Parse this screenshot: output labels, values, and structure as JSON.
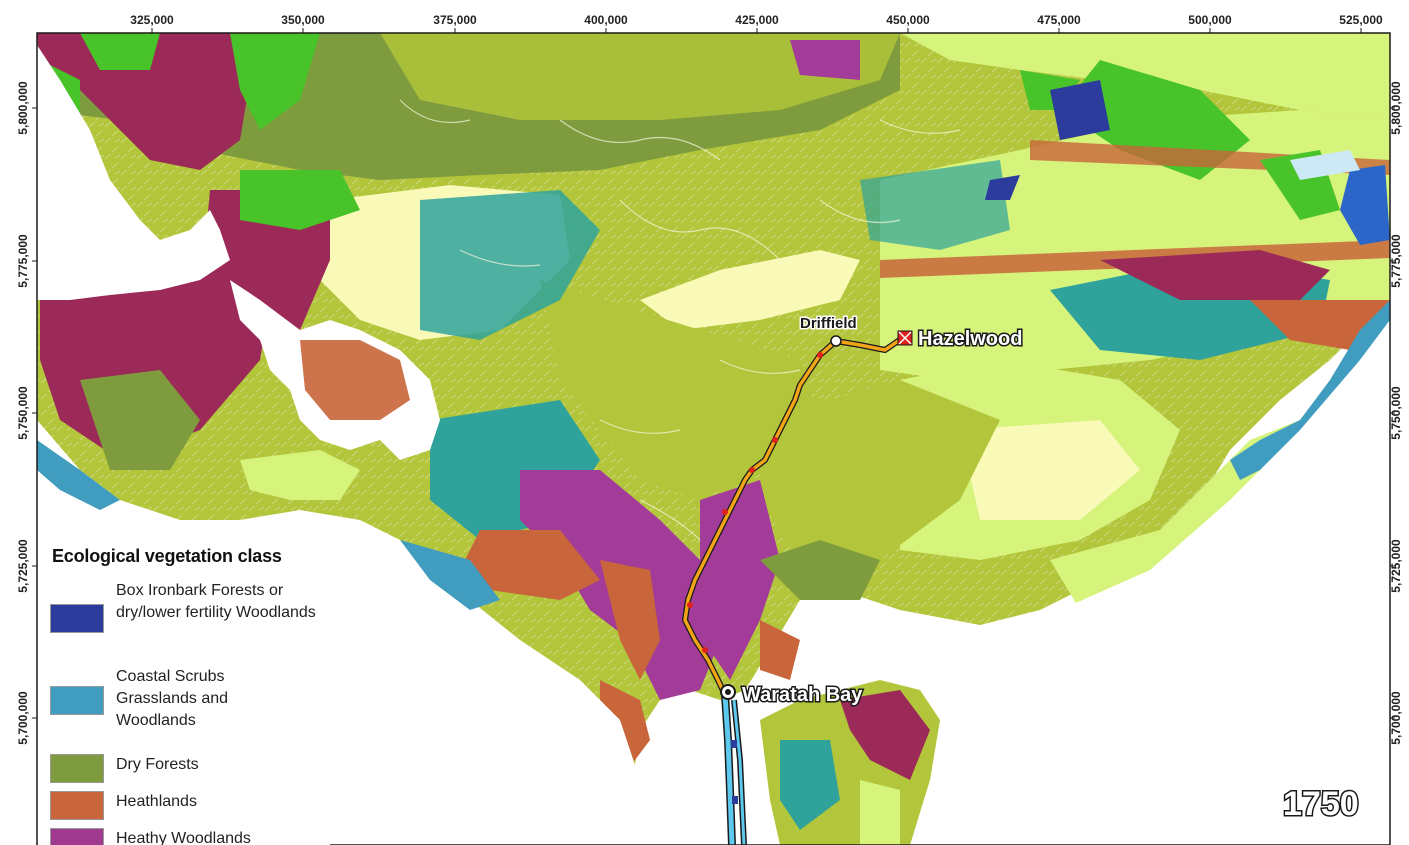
{
  "map": {
    "year_label": "1750",
    "x_ticks": [
      "325,000",
      "350,000",
      "375,000",
      "400,000",
      "425,000",
      "450,000",
      "475,000",
      "500,000",
      "525,000"
    ],
    "y_ticks": [
      "5,800,000",
      "5,775,000",
      "5,750,000",
      "5,725,000",
      "5,700,000"
    ],
    "places": {
      "driffield": "Driffield",
      "hazelwood": "Hazelwood",
      "waratah_bay": "Waratah Bay"
    }
  },
  "legend": {
    "title": "Ecological vegetation class",
    "items": [
      {
        "label": "Box Ironbark Forests or dry/lower fertility Woodlands",
        "color": "#2b3c9c"
      },
      {
        "label": "Coastal Scrubs Grasslands and Woodlands",
        "color": "#419dbf"
      },
      {
        "label": "Dry Forests",
        "color": "#7e9c3e"
      },
      {
        "label": "Heathlands",
        "color": "#c8653a"
      },
      {
        "label": "Heathy Woodlands",
        "color": "#a03a8f"
      }
    ]
  },
  "colors": {
    "dry_forest": "#b3c53a",
    "light_green": "#d6f47c",
    "pale_yellow": "#f9f9b8",
    "coastal_teal": "#2fa39b",
    "bright_green": "#48c42a",
    "maroon": "#9c2a58",
    "magenta": "#a33b98",
    "orange_brown": "#c8653a",
    "olive": "#7e9c3e",
    "water": "#cde9f5",
    "navy": "#2b3c9c",
    "route": "#f2a417",
    "route_marker": "#e0201c",
    "cable": "#5ec9ee"
  }
}
